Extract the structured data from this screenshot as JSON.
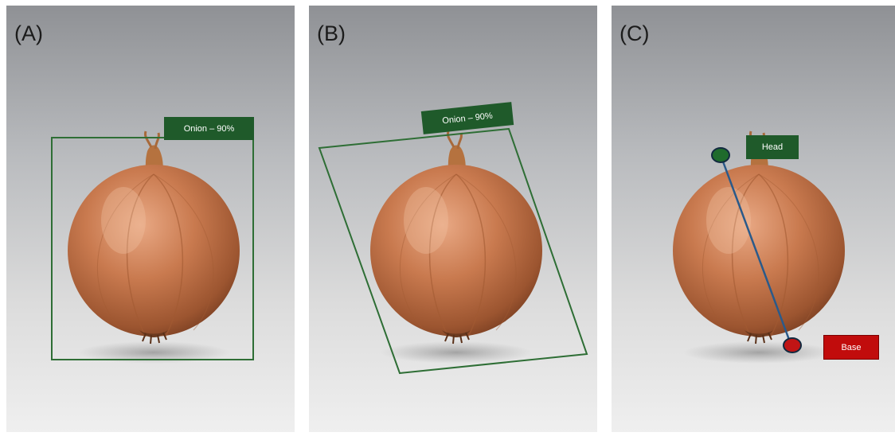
{
  "panels": [
    {
      "letter": "(A)",
      "label": "Onion – 90%",
      "annotation": "axis-aligned-bounding-box"
    },
    {
      "letter": "(B)",
      "label": "Onion – 90%",
      "annotation": "rotated-bounding-box"
    },
    {
      "letter": "(C)",
      "head_label": "Head",
      "base_label": "Base",
      "annotation": "keypoints-head-base"
    }
  ],
  "colors": {
    "box_green": "#2e6e35",
    "label_green": "#1f5a2a",
    "keypoint_line": "#2a5a8a",
    "head_point": "#1f6b2c",
    "base_point": "#c01515"
  },
  "icons": [
    "onion-image"
  ]
}
